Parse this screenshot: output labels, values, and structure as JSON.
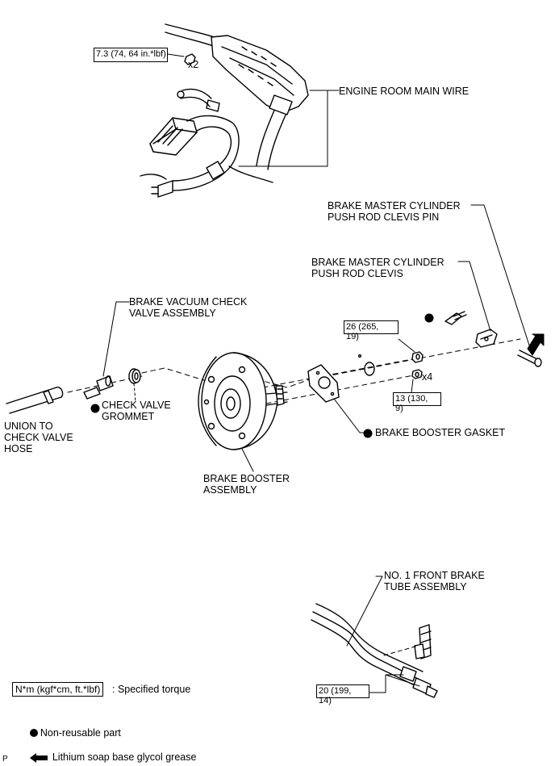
{
  "labels": {
    "engine_room_main_wire": "ENGINE ROOM MAIN WIRE",
    "clevis_pin": "BRAKE MASTER CYLINDER\nPUSH ROD CLEVIS PIN",
    "clevis": "BRAKE MASTER CYLINDER\nPUSH ROD CLEVIS",
    "check_valve_assembly": "BRAKE VACUUM CHECK\nVALVE ASSEMBLY",
    "check_valve_grommet": "CHECK VALVE\nGROMMET",
    "union_hose": "UNION TO\nCHECK VALVE\nHOSE",
    "booster_assembly": "BRAKE BOOSTER\nASSEMBLY",
    "booster_gasket": "BRAKE BOOSTER GASKET",
    "front_brake_tube": "NO. 1 FRONT BRAKE\nTUBE ASSEMBLY"
  },
  "torques": {
    "wire_bolt": "7.3 (74, 64 in.*lbf)",
    "clevis_nut": "26 (265,\n19)",
    "booster_nut": "13 (130,\n9)",
    "brake_tube": "20 (199,\n14)"
  },
  "quantities": {
    "wire_bolt": "x2",
    "booster_nut": "x4"
  },
  "legend": {
    "specified_torque_box": "N*m (kgf*cm, ft.*lbf)",
    "specified_torque_text": ": Specified torque",
    "non_reusable_text": "Non-reusable part",
    "grease_text": "Lithium soap base glycol grease",
    "non_reusable_icon": "filled-circle-icon",
    "grease_icon": "left-arrow-icon"
  },
  "corner_mark": "P"
}
